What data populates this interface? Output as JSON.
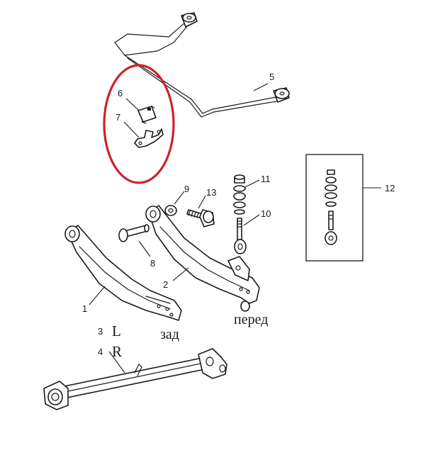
{
  "labels": {
    "p1": "1",
    "p2": "2",
    "p3": "3",
    "p4": "4",
    "p5": "5",
    "p6": "6",
    "p7": "7",
    "p8": "8",
    "p9": "9",
    "p10": "10",
    "p11": "11",
    "p12": "12",
    "p13": "13"
  },
  "side_labels": {
    "left": "L",
    "right": "R"
  },
  "direction_labels": {
    "rear": "зад",
    "front": "перед"
  },
  "colors": {
    "highlight": "#d0202a",
    "line": "#1a1a1a",
    "background": "#ffffff"
  }
}
